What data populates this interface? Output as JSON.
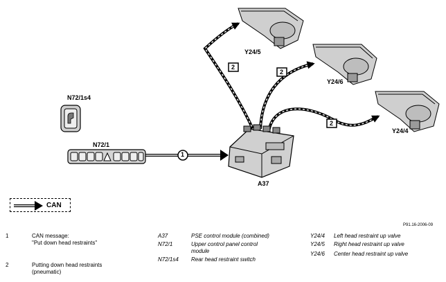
{
  "labels": {
    "y245": "Y24/5",
    "y246": "Y24/6",
    "y244": "Y24/4",
    "n721s4": "N72/1s4",
    "n721": "N72/1",
    "a37": "A37",
    "can": "CAN",
    "drawing_code": "P91.16-2006-09"
  },
  "markers": {
    "pneumatic": "2",
    "can_line": "1"
  },
  "legend": {
    "col1": [
      {
        "num": "1",
        "text": "CAN message:\n\"Put down head restraints\""
      },
      {
        "num": "2",
        "text": "Putting down head restraints\n(pneumatic)"
      }
    ],
    "col2": [
      {
        "code": "A37",
        "text": "PSE control module (combined)"
      },
      {
        "code": "N72/1",
        "text": "Upper control panel control\nmodule"
      },
      {
        "code": "N72/1s4",
        "text": "Rear head restraint switch"
      }
    ],
    "col3": [
      {
        "code": "Y24/4",
        "text": "Left head restraint up valve"
      },
      {
        "code": "Y24/5",
        "text": "Right head restraint up valve"
      },
      {
        "code": "Y24/6",
        "text": "Center head restraint up valve"
      }
    ]
  }
}
